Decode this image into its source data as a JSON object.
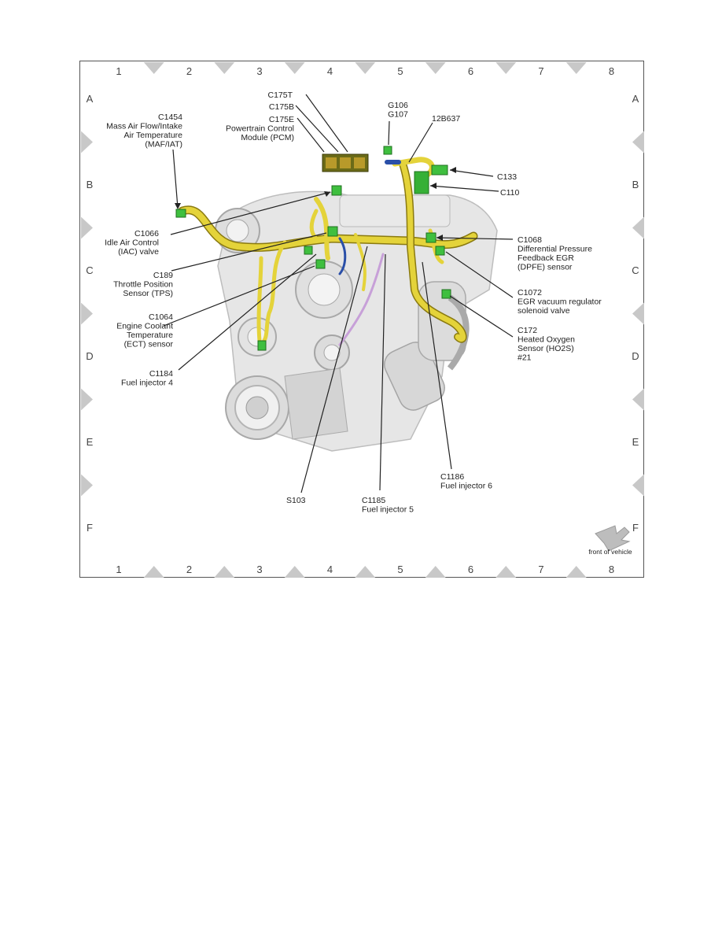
{
  "grid": {
    "columns": [
      "1",
      "2",
      "3",
      "4",
      "5",
      "6",
      "7",
      "8"
    ],
    "rows": [
      "A",
      "B",
      "C",
      "D",
      "E",
      "F"
    ]
  },
  "labels": {
    "c1454": [
      "C1454",
      "Mass Air Flow/Intake",
      "Air Temperature",
      "(MAF/IAT)"
    ],
    "c175t": [
      "C175T"
    ],
    "c175b": [
      "C175B"
    ],
    "c175e": [
      "C175E",
      "Powertrain Control",
      "Module (PCM)"
    ],
    "g106": [
      "G106",
      "G107"
    ],
    "p12b637": [
      "12B637"
    ],
    "c133": [
      "C133"
    ],
    "c110": [
      "C110"
    ],
    "c1066": [
      "C1066",
      "Idle Air Control",
      "(IAC) valve"
    ],
    "c189": [
      "C189",
      "Throttle Position",
      "Sensor (TPS)"
    ],
    "c1064": [
      "C1064",
      "Engine Coolant",
      "Temperature",
      "(ECT) sensor"
    ],
    "c1184": [
      "C1184",
      "Fuel injector 4"
    ],
    "c1068": [
      "C1068",
      "Differential Pressure",
      "Feedback EGR",
      "(DPFE) sensor"
    ],
    "c1072": [
      "C1072",
      "EGR vacuum regulator",
      "solenoid valve"
    ],
    "c172": [
      "C172",
      "Heated Oxygen",
      "Sensor (HO2S)",
      "#21"
    ],
    "c1186": [
      "C1186",
      "Fuel injector 6"
    ],
    "c1185": [
      "C1185",
      "Fuel injector 5"
    ],
    "s103": [
      "S103"
    ]
  },
  "orientation": {
    "label": "front of vehicle",
    "icon": "front-arrow-icon"
  },
  "colors": {
    "harness": "#e4d33a",
    "connector": "#3fbf3f",
    "engine": "#d9d9d9",
    "frame": "#555555",
    "tick": "#c8c8c8"
  }
}
